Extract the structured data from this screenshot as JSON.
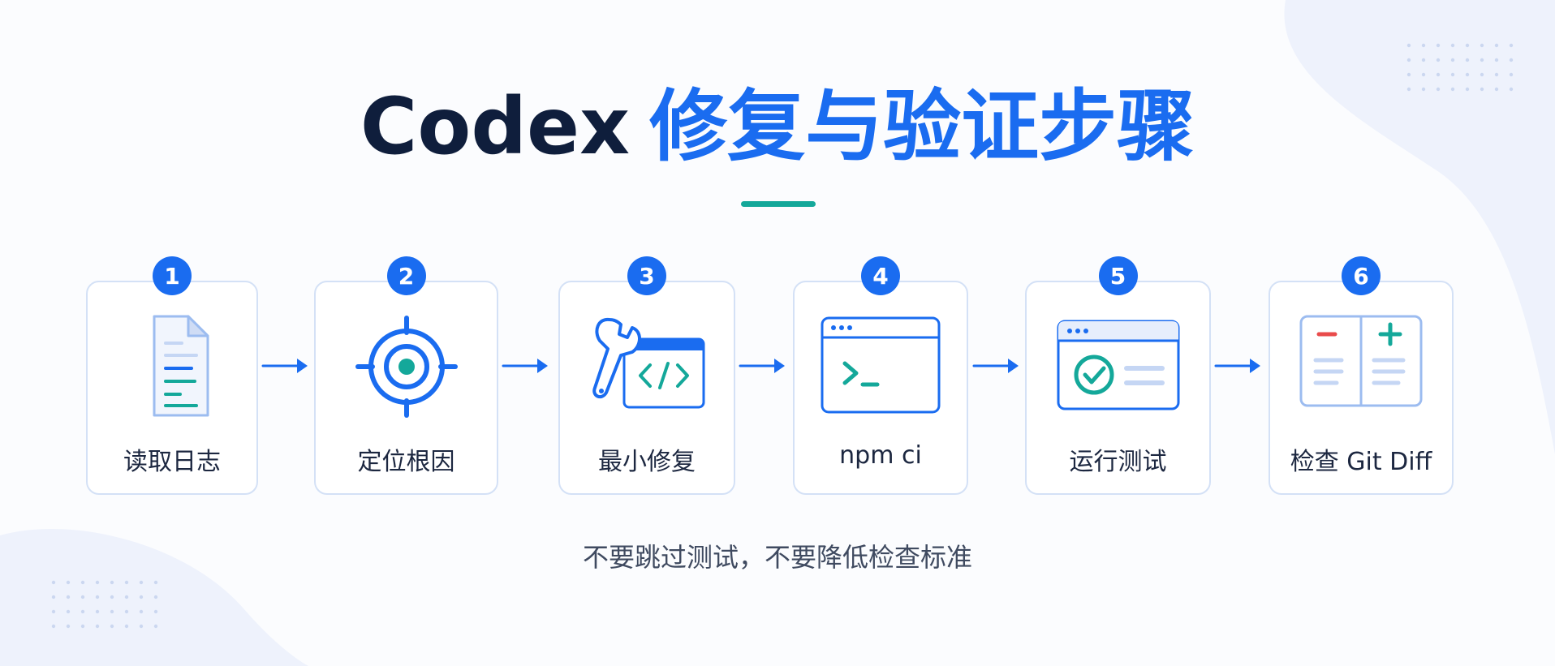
{
  "title": {
    "part1": "Codex",
    "part2": "修复与验证步骤"
  },
  "steps": [
    {
      "number": "1",
      "label": "读取日志",
      "icon": "log-document-icon"
    },
    {
      "number": "2",
      "label": "定位根因",
      "icon": "target-icon"
    },
    {
      "number": "3",
      "label": "最小修复",
      "icon": "wrench-code-icon"
    },
    {
      "number": "4",
      "label": "npm ci",
      "icon": "terminal-icon"
    },
    {
      "number": "5",
      "label": "运行测试",
      "icon": "test-check-icon"
    },
    {
      "number": "6",
      "label": "检查 Git Diff",
      "icon": "git-diff-icon"
    }
  ],
  "footer": "不要跳过测试，不要降低检查标准",
  "colors": {
    "primary": "#1a6cf0",
    "accent": "#14a89a",
    "diff_remove": "#e94b4b",
    "diff_add": "#14a89a",
    "title_dark": "#0f1e3c"
  }
}
